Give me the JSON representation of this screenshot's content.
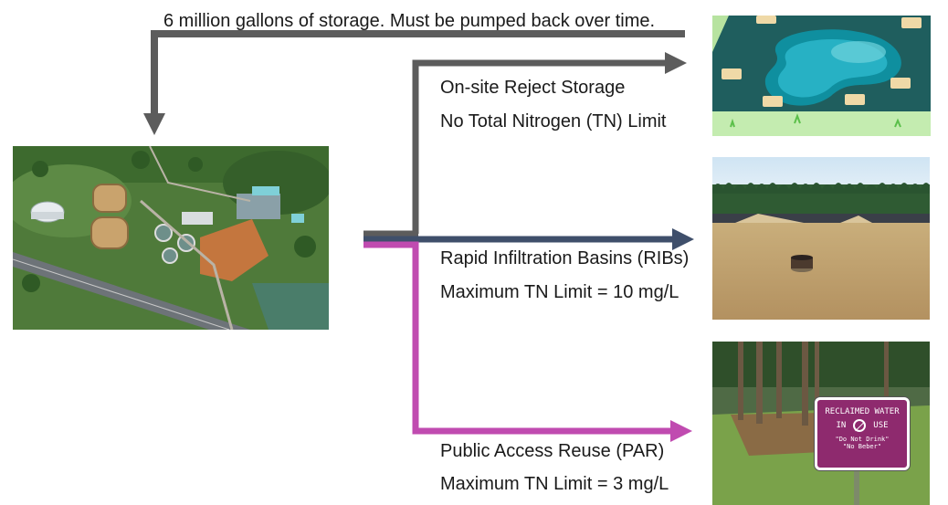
{
  "storage_note": "6 million gallons of storage. Must be pumped back over time.",
  "branches": [
    {
      "id": "reject-storage",
      "title": "On-site Reject Storage",
      "limit": "No Total Nitrogen (TN) Limit",
      "color": "#5c5c5c"
    },
    {
      "id": "ribs",
      "title": "Rapid Infiltration Basins (RIBs)",
      "limit": "Maximum TN Limit = 10 mg/L",
      "color": "#3f4f6b"
    },
    {
      "id": "par",
      "title": "Public Access Reuse (PAR)",
      "limit": "Maximum TN Limit = 3 mg/L",
      "color": "#c04bb0"
    }
  ],
  "sign": {
    "line1": "RECLAIMED WATER",
    "line2_left": "IN",
    "line2_right": "USE",
    "line3": "\"Do Not Drink\"",
    "line4": "\"No Beber\"",
    "color": "#8e2a6e"
  }
}
